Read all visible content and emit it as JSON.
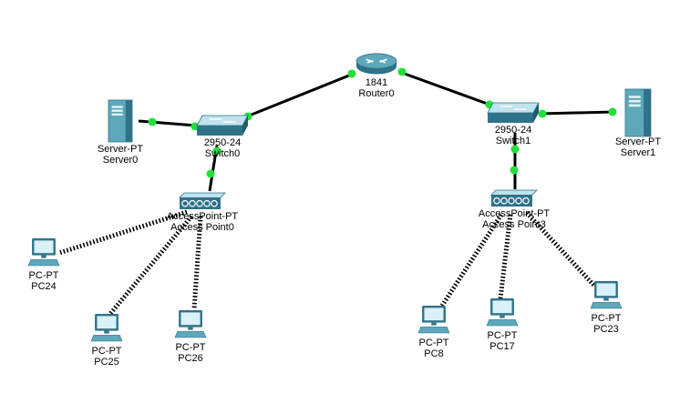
{
  "colors": {
    "link": "#000000",
    "link_up": "#22e03a",
    "device": "#5ea8bc",
    "device_dark": "#2f7388",
    "device_light": "#bfe3ee",
    "pc_screen": "#d9f1f8"
  },
  "devices": [
    {
      "id": "router0",
      "icon": "router-icon",
      "model": "1841",
      "name": "Router0"
    },
    {
      "id": "switch0",
      "icon": "switch-icon",
      "model": "2950-24",
      "name": "Switch0"
    },
    {
      "id": "switch1",
      "icon": "switch-icon",
      "model": "2950-24",
      "name": "Switch1"
    },
    {
      "id": "server0",
      "icon": "server-icon",
      "model": "Server-PT",
      "name": "Server0"
    },
    {
      "id": "server1",
      "icon": "server-icon",
      "model": "Server-PT",
      "name": "Server1"
    },
    {
      "id": "ap0",
      "icon": "access-point-icon",
      "model": "AccessPoint-PT",
      "name": "Access Point0"
    },
    {
      "id": "ap3",
      "icon": "access-point-icon",
      "model": "AccessPoint-PT",
      "name": "Access Point3"
    },
    {
      "id": "pc24",
      "icon": "pc-icon",
      "model": "PC-PT",
      "name": "PC24"
    },
    {
      "id": "pc25",
      "icon": "pc-icon",
      "model": "PC-PT",
      "name": "PC25"
    },
    {
      "id": "pc26",
      "icon": "pc-icon",
      "model": "PC-PT",
      "name": "PC26"
    },
    {
      "id": "pc8",
      "icon": "pc-icon",
      "model": "PC-PT",
      "name": "PC8"
    },
    {
      "id": "pc17",
      "icon": "pc-icon",
      "model": "PC-PT",
      "name": "PC17"
    },
    {
      "id": "pc23",
      "icon": "pc-icon",
      "model": "PC-PT",
      "name": "PC23"
    }
  ],
  "links": [
    {
      "from": "router0",
      "to": "switch0",
      "type": "wired",
      "status": "up"
    },
    {
      "from": "router0",
      "to": "switch1",
      "type": "wired",
      "status": "up"
    },
    {
      "from": "server0",
      "to": "switch0",
      "type": "wired",
      "status": "up"
    },
    {
      "from": "switch1",
      "to": "server1",
      "type": "wired",
      "status": "up"
    },
    {
      "from": "switch0",
      "to": "ap0",
      "type": "wired",
      "status": "up"
    },
    {
      "from": "switch1",
      "to": "ap3",
      "type": "wired",
      "status": "up"
    },
    {
      "from": "ap0",
      "to": "pc24",
      "type": "wireless"
    },
    {
      "from": "ap0",
      "to": "pc25",
      "type": "wireless"
    },
    {
      "from": "ap0",
      "to": "pc26",
      "type": "wireless"
    },
    {
      "from": "ap3",
      "to": "pc8",
      "type": "wireless"
    },
    {
      "from": "ap3",
      "to": "pc17",
      "type": "wireless"
    },
    {
      "from": "ap3",
      "to": "pc23",
      "type": "wireless"
    }
  ]
}
